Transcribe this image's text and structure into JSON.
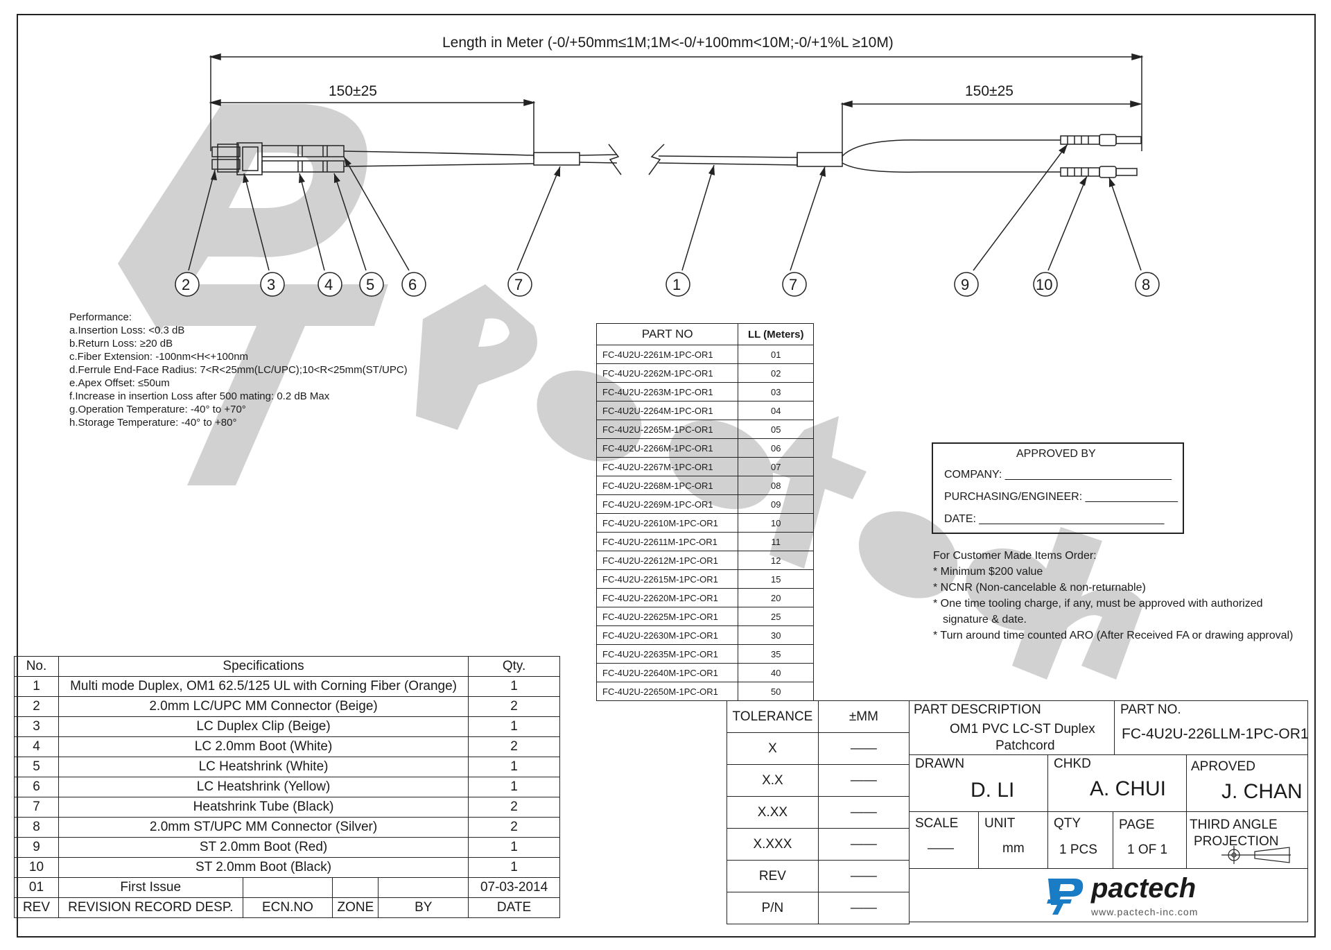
{
  "dimensions": {
    "overall_length": "Length in Meter (-0/+50mm≤1M;1M<-0/+100mm<10M;-0/+1%L ≥10M)",
    "left_breakout": "150±25",
    "right_breakout": "150±25"
  },
  "callouts": [
    "2",
    "3",
    "4",
    "5",
    "6",
    "7",
    "1",
    "7",
    "9",
    "10",
    "8"
  ],
  "performance": {
    "heading": "Performance:",
    "items": [
      "a.Insertion Loss: <0.3 dB",
      "b.Return Loss: ≥20 dB",
      "c.Fiber Extension: -100nm<H<+100nm",
      "d.Ferrule End-Face Radius: 7<R<25mm(LC/UPC);10<R<25mm(ST/UPC)",
      "e.Apex Offset: ≤50um",
      "f.Increase in insertion Loss after 500 mating: 0.2 dB Max",
      "g.Operation Temperature: -40° to +70°",
      "h.Storage Temperature: -40° to +80°"
    ]
  },
  "parts_table": {
    "headers": [
      "PART NO",
      "LL (Meters)"
    ],
    "rows": [
      [
        "FC-4U2U-2261M-1PC-OR1",
        "01"
      ],
      [
        "FC-4U2U-2262M-1PC-OR1",
        "02"
      ],
      [
        "FC-4U2U-2263M-1PC-OR1",
        "03"
      ],
      [
        "FC-4U2U-2264M-1PC-OR1",
        "04"
      ],
      [
        "FC-4U2U-2265M-1PC-OR1",
        "05"
      ],
      [
        "FC-4U2U-2266M-1PC-OR1",
        "06"
      ],
      [
        "FC-4U2U-2267M-1PC-OR1",
        "07"
      ],
      [
        "FC-4U2U-2268M-1PC-OR1",
        "08"
      ],
      [
        "FC-4U2U-2269M-1PC-OR1",
        "09"
      ],
      [
        "FC-4U2U-22610M-1PC-OR1",
        "10"
      ],
      [
        "FC-4U2U-22611M-1PC-OR1",
        "11"
      ],
      [
        "FC-4U2U-22612M-1PC-OR1",
        "12"
      ],
      [
        "FC-4U2U-22615M-1PC-OR1",
        "15"
      ],
      [
        "FC-4U2U-22620M-1PC-OR1",
        "20"
      ],
      [
        "FC-4U2U-22625M-1PC-OR1",
        "25"
      ],
      [
        "FC-4U2U-22630M-1PC-OR1",
        "30"
      ],
      [
        "FC-4U2U-22635M-1PC-OR1",
        "35"
      ],
      [
        "FC-4U2U-22640M-1PC-OR1",
        "40"
      ],
      [
        "FC-4U2U-22650M-1PC-OR1",
        "50"
      ]
    ]
  },
  "approval": {
    "title": "APPROVED BY",
    "company": "COMPANY:",
    "purchasing": "PURCHASING/ENGINEER:",
    "date": "DATE:"
  },
  "notes": {
    "heading": "For Customer Made Items Order:",
    "items": [
      "* Minimum $200 value",
      "* NCNR (Non-cancelable & non-returnable)",
      "* One time tooling charge, if any, must be approved with authorized",
      "   signature & date.",
      "* Turn around time counted ARO (After Received FA or drawing approval)"
    ]
  },
  "spec_table": {
    "headers": [
      "No.",
      "Specifications",
      "Qty."
    ],
    "rows": [
      [
        "1",
        "Multi mode Duplex, OM1 62.5/125 UL with Corning Fiber (Orange)",
        "1"
      ],
      [
        "2",
        "2.0mm LC/UPC MM Connector (Beige)",
        "2"
      ],
      [
        "3",
        "LC Duplex Clip (Beige)",
        "1"
      ],
      [
        "4",
        "LC 2.0mm Boot (White)",
        "2"
      ],
      [
        "5",
        "LC Heatshrink (White)",
        "1"
      ],
      [
        "6",
        "LC Heatshrink (Yellow)",
        "1"
      ],
      [
        "7",
        "Heatshrink Tube (Black)",
        "2"
      ],
      [
        "8",
        "2.0mm ST/UPC MM Connector (Silver)",
        "2"
      ],
      [
        "9",
        "ST 2.0mm Boot (Red)",
        "1"
      ],
      [
        "10",
        "ST 2.0mm Boot (Black)",
        "1"
      ]
    ],
    "revision_row": [
      "01",
      "First Issue",
      "",
      "",
      "",
      "07-03-2014"
    ],
    "revision_headers": [
      "REV",
      "REVISION RECORD DESP.",
      "ECN.NO",
      "ZONE",
      "BY",
      "DATE"
    ]
  },
  "tolerance": {
    "header": [
      "TOLERANCE",
      "±MM"
    ],
    "rows": [
      [
        "X",
        "——"
      ],
      [
        "X.X",
        "——"
      ],
      [
        "X.XX",
        "——"
      ],
      [
        "X.XXX",
        "——"
      ],
      [
        "REV",
        "——"
      ],
      [
        "P/N",
        "——"
      ]
    ]
  },
  "title_block": {
    "part_description_label": "PART DESCRIPTION",
    "part_description_line1": "OM1 PVC LC-ST Duplex",
    "part_description_line2": "Patchcord",
    "part_no_label": "PART NO.",
    "part_no": "FC-4U2U-226LLM-1PC-OR1",
    "drawn_label": "DRAWN",
    "drawn": "D. LI",
    "chkd_label": "CHKD",
    "chkd": "A. CHUI",
    "approved_label": "APROVED",
    "approved": "J. CHAN",
    "scale_label": "SCALE",
    "scale": "——",
    "unit_label": "UNIT",
    "unit": "mm",
    "qty_label": "QTY",
    "qty": "1 PCS",
    "page_label": "PAGE",
    "page": "1 OF 1",
    "projection_line1": "THIRD ANGLE",
    "projection_line2": "PROJECTION",
    "logo_text": "pactech",
    "website": "www.pactech-inc.com",
    "brand_color": "#1a7cc4"
  },
  "watermark": {
    "text": "Pactech",
    "color": "#c8c8c8"
  }
}
